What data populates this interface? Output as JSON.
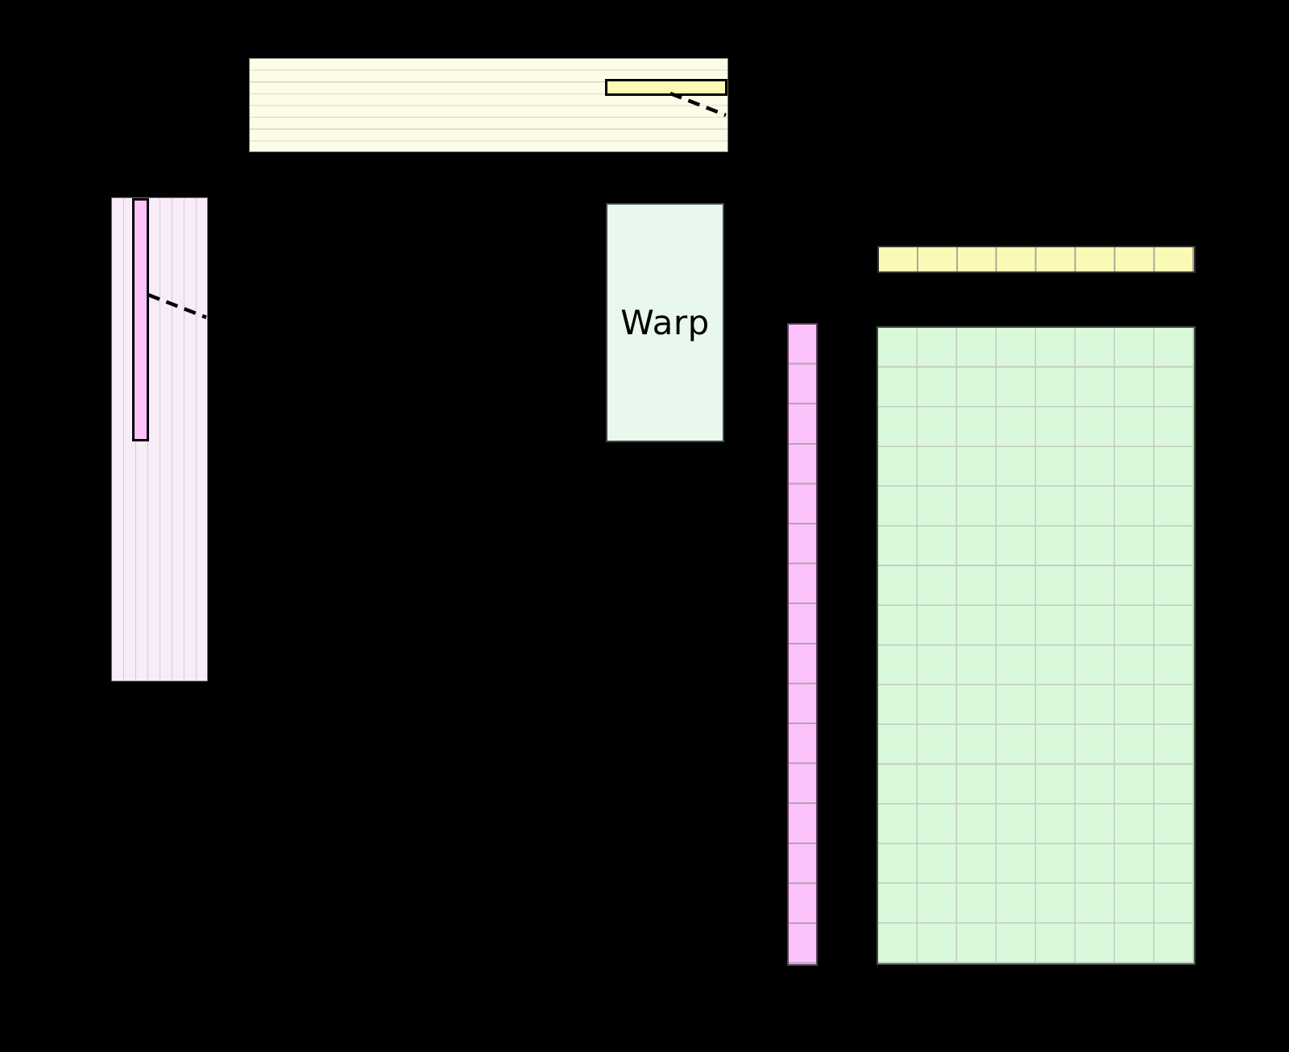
{
  "canvas": {
    "background": "#000000"
  },
  "colors": {
    "background": "#000000",
    "ivory_panel": "#fcfce8",
    "ivory_stripe": "#d9d9ca",
    "yellow_cell": "#fafab4",
    "yellow_cell_divider": "#a9a99e",
    "pink_panel": "#f9ecf9",
    "pink_stripe": "#d8c8d8",
    "pink_cell": "#fcc2fc",
    "pink_cell_divider": "#b3a4b3",
    "mint_box": "#e9f8ed",
    "grid_fill": "#daf9da",
    "grid_line": "#c2ccc2",
    "panel_border": "#6e6e6e",
    "highlight_border": "#000000",
    "connector": "#000000"
  },
  "top_striped_panel": {
    "stripe_rows": 8,
    "highlighted_fragment": {
      "stripe_row": 3,
      "position": "right-end",
      "rows_spanned": 1
    }
  },
  "left_striped_panel": {
    "stripe_columns": 8,
    "highlighted_fragment": {
      "stripe_column": 3,
      "position": "top",
      "height_fraction": 0.5
    }
  },
  "warp_box": {
    "label": "Warp"
  },
  "right_detail": {
    "row_fragment_bar": {
      "orientation": "horizontal",
      "cells": 8
    },
    "column_fragment_bar": {
      "orientation": "vertical",
      "cells": 16
    },
    "accumulator_grid": {
      "columns": 8,
      "rows": 16
    }
  },
  "connectors": {
    "style": "dashed",
    "count": 2,
    "from": [
      "top-highlighted-fragment",
      "left-highlighted-fragment"
    ]
  }
}
